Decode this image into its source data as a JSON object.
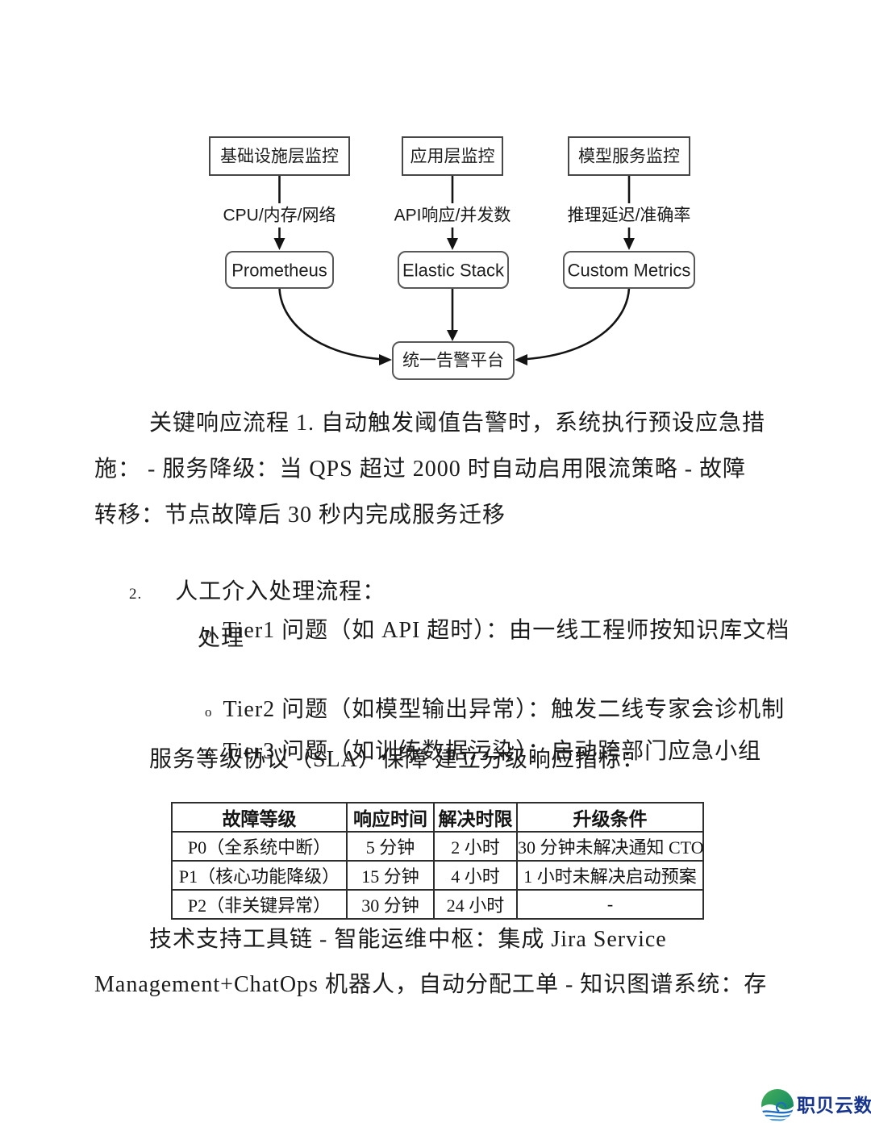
{
  "flowchart": {
    "nodes": {
      "infra": "基础设施层监控",
      "app": "应用层监控",
      "model": "模型服务监控",
      "prometheus": "Prometheus",
      "elastic": "Elastic Stack",
      "custom": "Custom Metrics",
      "alert": "统一告警平台"
    },
    "edge_labels": {
      "infra": "CPU/内存/网络",
      "app": "API响应/并发数",
      "model": "推理延迟/准确率"
    }
  },
  "body": {
    "p1_line1": "关键响应流程 1. 自动触发阈值告警时，系统执行预设应急措",
    "p1_line2": "施： - 服务降级：当 QPS 超过 2000 时自动启用限流策略 - 故障",
    "p1_line3": "转移：节点故障后 30 秒内完成服务迁移",
    "item2_number": "2.",
    "item2_title": "人工介入处理流程：",
    "bullet_char": "o",
    "tier1_line1": "Tier1 问题（如 API 超时）：由一线工程师按知识库文档",
    "tier1_line2": "处理",
    "tier2": "Tier2 问题（如模型输出异常）：触发二线专家会诊机制",
    "tier3": "Tier3 问题（如训练数据污染）：启动跨部门应急小组",
    "sla_heading": "服务等级协议（SLA）保障 建立分级响应指标：",
    "tools_line1": "技术支持工具链 - 智能运维中枢：集成 Jira Service",
    "tools_line2": "Management+ChatOps 机器人，自动分配工单 - 知识图谱系统：存"
  },
  "table": {
    "headers": [
      "故障等级",
      "响应时间",
      "解决时限",
      "升级条件"
    ],
    "rows": [
      [
        "P0（全系统中断）",
        "5 分钟",
        "2 小时",
        "30 分钟未解决通知 CTO"
      ],
      [
        "P1（核心功能降级）",
        "15 分钟",
        "4 小时",
        "1 小时未解决启动预案"
      ],
      [
        "P2（非关键异常）",
        "30 分钟",
        "24 小时",
        "-"
      ]
    ]
  },
  "logo": {
    "text": "职贝云数",
    "colors": {
      "text": "#16338e",
      "green": "#2f9e57",
      "teal": "#0a7f68",
      "blue": "#1f6cc0"
    }
  }
}
